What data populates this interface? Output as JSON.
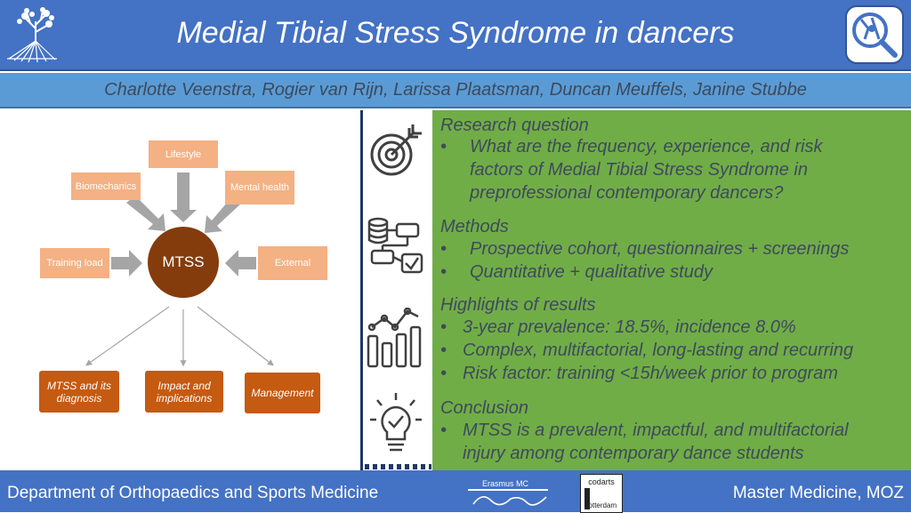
{
  "header": {
    "title": "Medial Tibial Stress Syndrome in dancers",
    "left_logo_icon": "tree-logo-icon",
    "right_logo_icon": "magnifier-knee-icon"
  },
  "authors": "Charlotte Veenstra, Rogier van Rijn, Larissa Plaatsman, Duncan Meuffels, Janine Stubbe",
  "diagram": {
    "center": "MTSS",
    "factors": {
      "lifestyle": "Lifestyle",
      "biomechanics": "Biomechanics",
      "mental_health": "Mental health",
      "training_load": "Training load",
      "external": "External"
    },
    "outcomes": {
      "diagnosis": "MTSS and its diagnosis",
      "impact": "Impact and implications",
      "management": "Management"
    }
  },
  "sections": {
    "research": {
      "heading": "Research question",
      "icon": "target-icon",
      "bullets": [
        "What are the frequency, experience, and risk",
        "factors of Medial Tibial Stress Syndrome in",
        "preprofessional contemporary dancers?"
      ]
    },
    "methods": {
      "heading": "Methods",
      "icon": "flowchart-icon",
      "bullets": [
        "Prospective cohort, questionnaires + screenings",
        "Quantitative + qualitative study"
      ]
    },
    "results": {
      "heading": "Highlights of results",
      "icon": "bar-chart-icon",
      "bullets": [
        "3-year prevalence: 18.5%, incidence 8.0%",
        "Complex, multifactorial, long-lasting and recurring",
        "Risk factor: training <15h/week prior to program"
      ]
    },
    "conclusion": {
      "heading": "Conclusion",
      "icon": "lightbulb-icon",
      "bullets": [
        "MTSS is a prevalent, impactful, and multifactorial",
        "injury among contemporary dance students"
      ]
    }
  },
  "bullet_glyph": "•",
  "footer": {
    "left": "Department of Orthopaedics and Sports Medicine",
    "right": "Master Medicine, MOZ",
    "erasmus_logo": "Erasmus MC",
    "codarts_top": "codarts",
    "codarts_bottom": "rotterdam"
  },
  "colors": {
    "header": "#4472c4",
    "authors_bar": "#5b9bd5",
    "right_panel": "#70ad47",
    "factor_box": "#f4b183",
    "outcome_box": "#c55a11",
    "center_circle": "#843c0c"
  }
}
